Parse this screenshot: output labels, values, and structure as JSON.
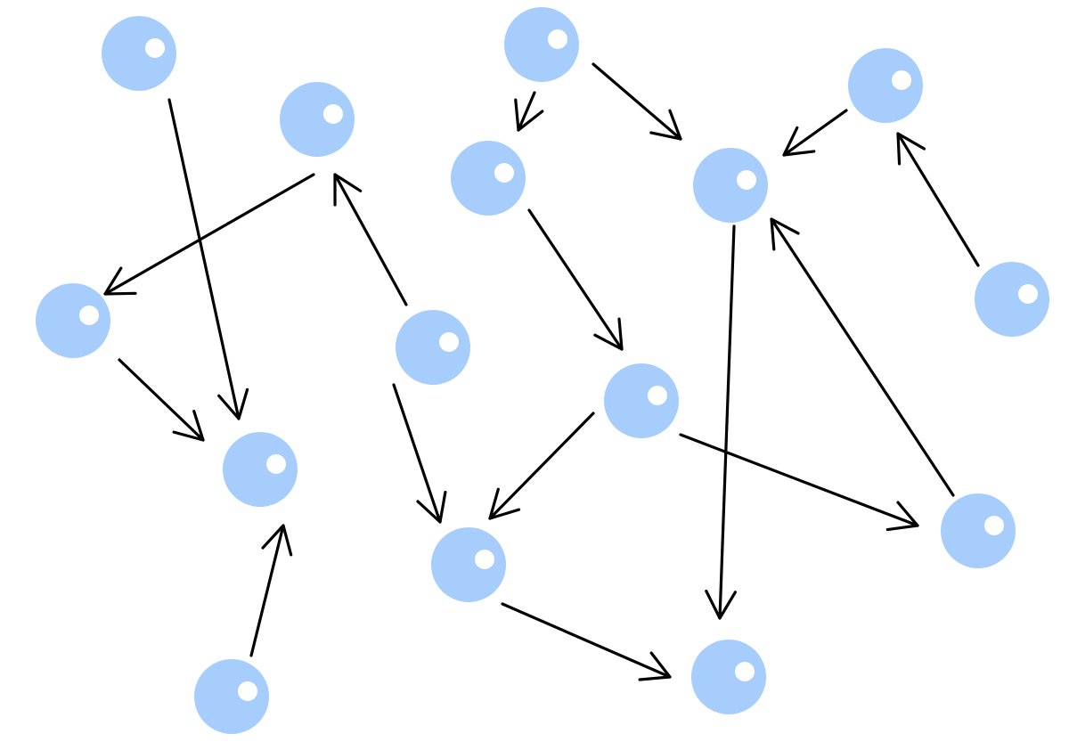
{
  "colors": {
    "background": "#ffffff",
    "node_fill": "#a6cdfb",
    "node_highlight": "#ffffff",
    "edge": "#000000"
  },
  "nodes": [
    {
      "id": "n1"
    },
    {
      "id": "n2"
    },
    {
      "id": "n3"
    },
    {
      "id": "n4"
    },
    {
      "id": "n5"
    },
    {
      "id": "n6"
    },
    {
      "id": "n7"
    },
    {
      "id": "n8"
    },
    {
      "id": "n9"
    },
    {
      "id": "n10"
    },
    {
      "id": "n11"
    },
    {
      "id": "n12"
    },
    {
      "id": "n13"
    },
    {
      "id": "n14"
    },
    {
      "id": "n15"
    },
    {
      "id": "n16"
    }
  ],
  "edges": [
    {
      "from": "n1",
      "to": "n5"
    },
    {
      "from": "n2",
      "to": "n3"
    },
    {
      "from": "n3",
      "to": "n5"
    },
    {
      "from": "n4",
      "to": "n2"
    },
    {
      "from": "n4",
      "to": "n7"
    },
    {
      "from": "n6",
      "to": "n5"
    },
    {
      "from": "n7",
      "to": "n16"
    },
    {
      "from": "n8",
      "to": "n9"
    },
    {
      "from": "n8",
      "to": "n10"
    },
    {
      "from": "n9",
      "to": "n12"
    },
    {
      "from": "n10",
      "to": "n15"
    },
    {
      "from": "n11",
      "to": "n10"
    },
    {
      "from": "n12",
      "to": "n7"
    },
    {
      "from": "n12",
      "to": "n14"
    },
    {
      "from": "n13",
      "to": "n11"
    },
    {
      "from": "n14",
      "to": "n10"
    }
  ]
}
